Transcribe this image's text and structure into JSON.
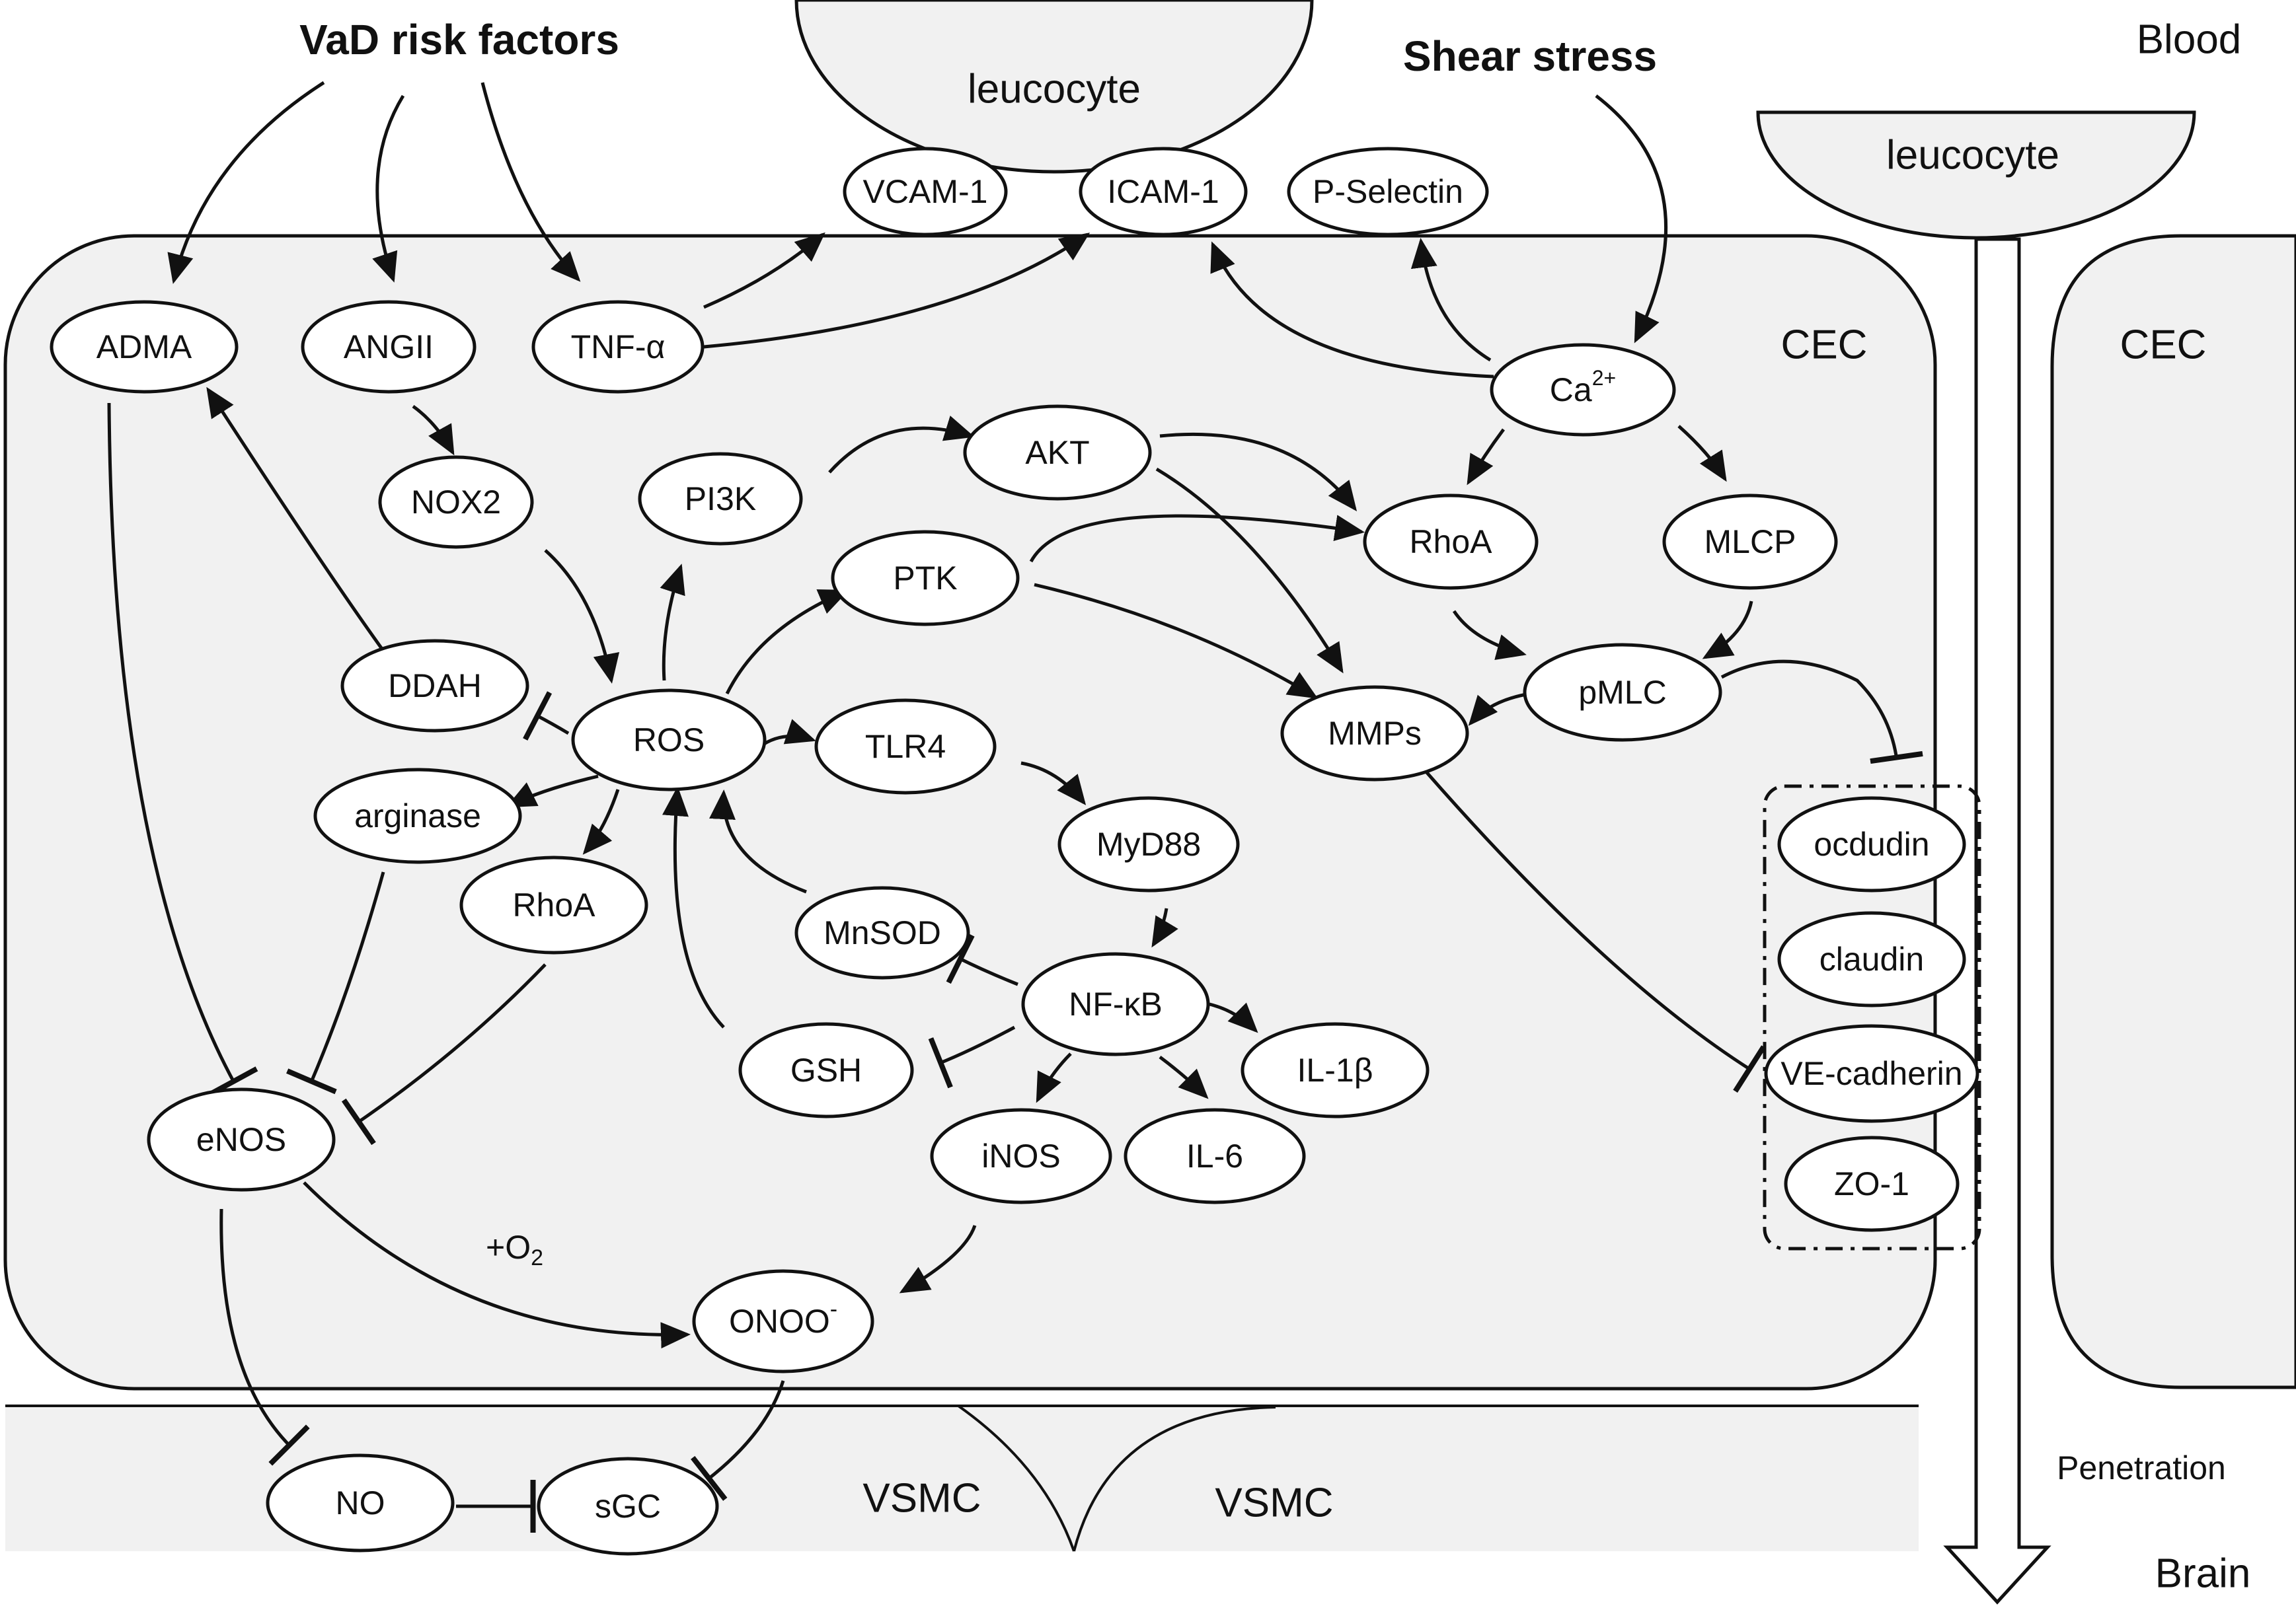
{
  "regions": {
    "blood": "Blood",
    "brain": "Brain",
    "cec_left": "CEC",
    "cec_right": "CEC",
    "vsmc_left": "VSMC",
    "vsmc_right": "VSMC",
    "leucocyte_left": "leucocyte",
    "leucocyte_right": "leucocyte",
    "penetration": "Penetration"
  },
  "headers": {
    "vad_risk_factors": "VaD risk factors",
    "shear_stress": "Shear stress"
  },
  "annotations": {
    "o2_prefix": "+O",
    "o2_sub": "2"
  },
  "nodes": {
    "vcam1": "VCAM-1",
    "icam1": "ICAM-1",
    "pselectin": "P-Selectin",
    "adma": "ADMA",
    "angii": "ANGII",
    "tnfa": "TNF-α",
    "ca_base": "Ca",
    "ca_sup": "2+",
    "nox2": "NOX2",
    "pi3k": "PI3K",
    "akt": "AKT",
    "ptk": "PTK",
    "rhoa_top": "RhoA",
    "mlcp": "MLCP",
    "ddah": "DDAH",
    "ros": "ROS",
    "tlr4": "TLR4",
    "mmps": "MMPs",
    "pmlc": "pMLC",
    "arginase": "arginase",
    "rhoa_low": "RhoA",
    "myd88": "MyD88",
    "mnsod": "MnSOD",
    "nfkb": "NF-κB",
    "gsh": "GSH",
    "il1b": "IL-1β",
    "enos": "eNOS",
    "inos": "iNOS",
    "il6": "IL-6",
    "onoo_base": "ONOO",
    "onoo_sup": "-",
    "no": "NO",
    "sgc": "sGC",
    "ocdudin": "ocdudin",
    "claudin": "claudin",
    "vecadherin": "VE-cadherin",
    "zo1": "ZO-1"
  }
}
